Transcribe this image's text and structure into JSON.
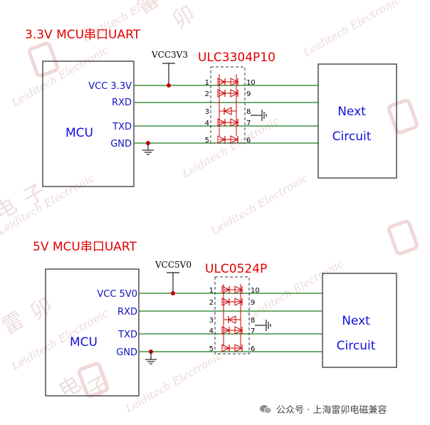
{
  "colors": {
    "title": "#e00000",
    "part": "#e00000",
    "box": "#333333",
    "pin_label": "#1010c0",
    "block_label": "#1010dd",
    "net": "#1a7a1a",
    "junction": "#c00000",
    "diode": "#cc0000",
    "vcc_label": "#000000",
    "watermark": "#e8d6d6"
  },
  "watermark": {
    "text": "Leiditech Electronic",
    "cn_chars": [
      "雷",
      "卯",
      "电",
      "子"
    ]
  },
  "circuit1": {
    "title": "3.3V MCU串口UART",
    "vcc_net": "VCC3V3",
    "part_name": "ULC3304P10",
    "mcu_label": "MCU",
    "pins": [
      "VCC 3.3V",
      "RXD",
      "TXD",
      "GND"
    ],
    "next_label_1": "Next",
    "next_label_2": "Circuit",
    "chip_pins_left": [
      "1",
      "2",
      "3",
      "4",
      "5"
    ],
    "chip_pins_right": [
      "10",
      "9",
      "8",
      "7",
      "6"
    ]
  },
  "circuit2": {
    "title": "5V MCU串口UART",
    "vcc_net": "VCC5V0",
    "part_name": "ULC0524P",
    "mcu_label": "MCU",
    "pins": [
      "VCC 5V0",
      "RXD",
      "TXD",
      "GND"
    ],
    "next_label_1": "Next",
    "next_label_2": "Circuit",
    "chip_pins_left": [
      "1",
      "2",
      "3",
      "4",
      "5"
    ],
    "chip_pins_right": [
      "10",
      "9",
      "8",
      "7",
      "6"
    ]
  },
  "footer": {
    "text": "公众号 · 上海雷卯电磁兼容"
  }
}
